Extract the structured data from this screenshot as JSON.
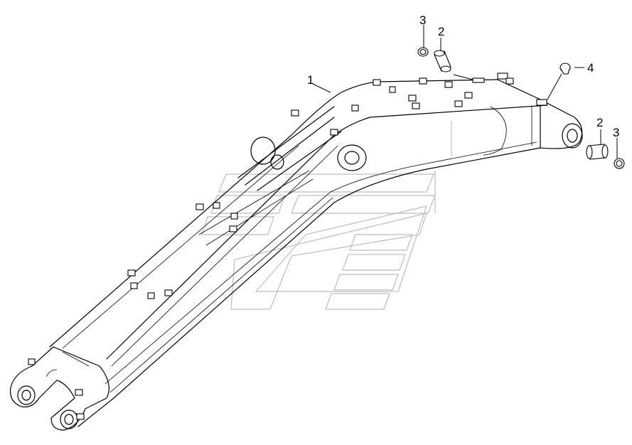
{
  "callouts": {
    "c1": "1",
    "c2a": "2",
    "c3a": "3",
    "c4": "4",
    "c2b": "2",
    "c3b": "3"
  },
  "colors": {
    "line": "#000000",
    "watermark": "#bdbdbd",
    "background": "#ffffff"
  }
}
